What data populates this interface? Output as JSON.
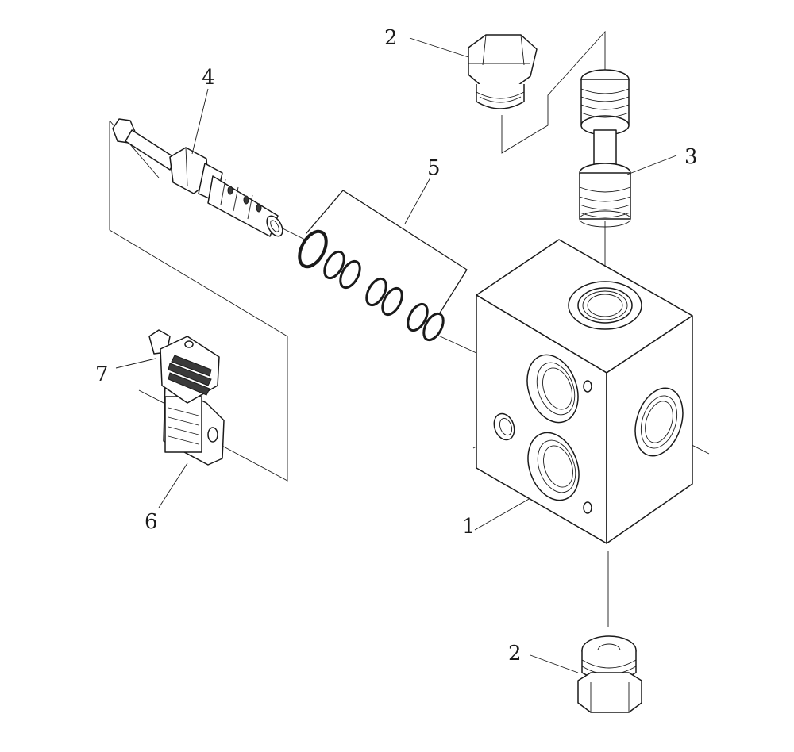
{
  "callouts": {
    "c1": "1",
    "c2_top": "2",
    "c2_bottom": "2",
    "c3": "3",
    "c4": "4",
    "c5": "5",
    "c6": "6",
    "c7": "7"
  }
}
